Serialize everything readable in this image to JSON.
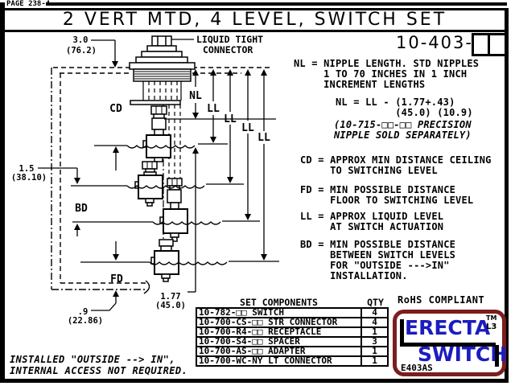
{
  "page": {
    "page_label": "PAGE 238-4",
    "title": "2 VERT MTD, 4 LEVEL, SWITCH SET",
    "part_number_prefix": "10-403-"
  },
  "diagram": {
    "labels": {
      "liquid_tight_line1": "LIQUID TIGHT",
      "liquid_tight_line2": "CONNECTOR",
      "dim_top": "3.0",
      "dim_top_mm": "(76.2)",
      "dim_bd_val": "1.5",
      "dim_bd_val_mm": "(38.10)",
      "dim_fd_val": ".9",
      "dim_fd_val_mm": "(22.86)",
      "dim_actuation": "1.77",
      "dim_actuation_mm": "(45.0)",
      "cd": "CD",
      "bd": "BD",
      "fd": "FD",
      "nl": "NL",
      "ll": "LL"
    },
    "install_note": "INSTALLED \"OUTSIDE --> IN\",\nINTERNAL ACCESS NOT REQUIRED."
  },
  "notes": {
    "nl_definition": "NL = NIPPLE LENGTH. STD NIPPLES\n     1 TO 70 INCHES IN 1 INCH\n     INCREMENT LENGTHS",
    "nl_formula": "NL = LL - (1.77+.43)\n          (45.0) (10.9)",
    "nipple_note": "(10-715-□□-□□ PRECISION\nNIPPLE SOLD SEPARATELY)",
    "cd_definition": "CD = APPROX MIN DISTANCE CEILING\n     TO SWITCHING LEVEL",
    "fd_definition": "FD = MIN POSSIBLE DISTANCE\n     FLOOR TO SWITCHING LEVEL",
    "ll_definition": "LL = APPROX LIQUID LEVEL\n     AT SWITCH ACTUATION",
    "bd_definition": "BD = MIN POSSIBLE DISTANCE\n     BETWEEN SWITCH LEVELS\n     FOR \"OUTSIDE --->IN\"\n     INSTALLATION."
  },
  "table": {
    "header_components": "SET COMPONENTS",
    "header_qty": "QTY",
    "rows": [
      {
        "part": "10-782-□□ SWITCH",
        "qty": "4"
      },
      {
        "part": "10-700-CS-□□ STR CONNECTOR",
        "qty": "4"
      },
      {
        "part": "10-700-R4-□□ RECEPTACLE",
        "qty": "1"
      },
      {
        "part": "10-700-S4-□□ SPACER",
        "qty": "3"
      },
      {
        "part": "10-700-AS-□□ ADAPTER",
        "qty": "1"
      },
      {
        "part": "10-700-WC-NY LT CONNECTOR",
        "qty": "1"
      }
    ]
  },
  "footer": {
    "rohs": "RoHS COMPLIANT",
    "logo": {
      "word1": "ERECTA",
      "word2": "SWITCH",
      "tm": "TM",
      "l3": "L3",
      "code": "E403AS"
    },
    "colors": {
      "logo_blue": "#1c1cc0",
      "logo_border": "#7b1e1e"
    }
  }
}
